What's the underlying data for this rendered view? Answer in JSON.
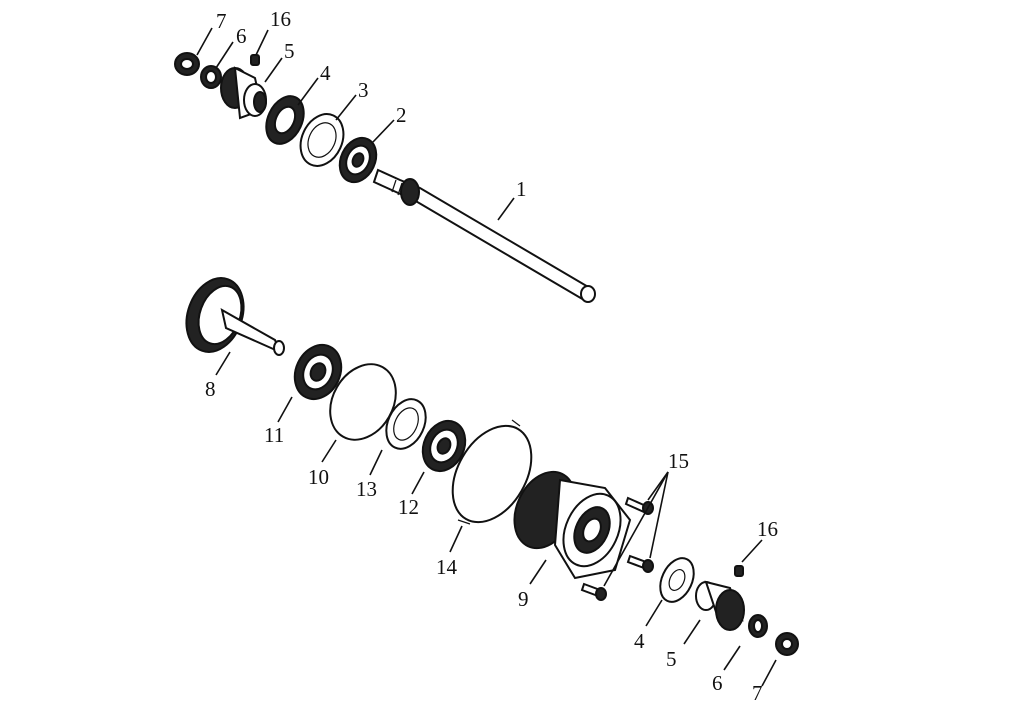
{
  "labels": {
    "l1": "1",
    "l2": "2",
    "l3": "3",
    "l4_top": "4",
    "l5_top": "5",
    "l6_top": "6",
    "l7_top": "7",
    "l16_top": "16",
    "l8": "8",
    "l11": "11",
    "l10": "10",
    "l13": "13",
    "l12": "12",
    "l14": "14",
    "l9": "9",
    "l15": "15",
    "l16_bot": "16",
    "l4_bot": "4",
    "l5_bot": "5",
    "l6_bot": "6",
    "l7_bot": "7"
  },
  "colors": {
    "ink": "#111111",
    "paper": "#ffffff"
  }
}
